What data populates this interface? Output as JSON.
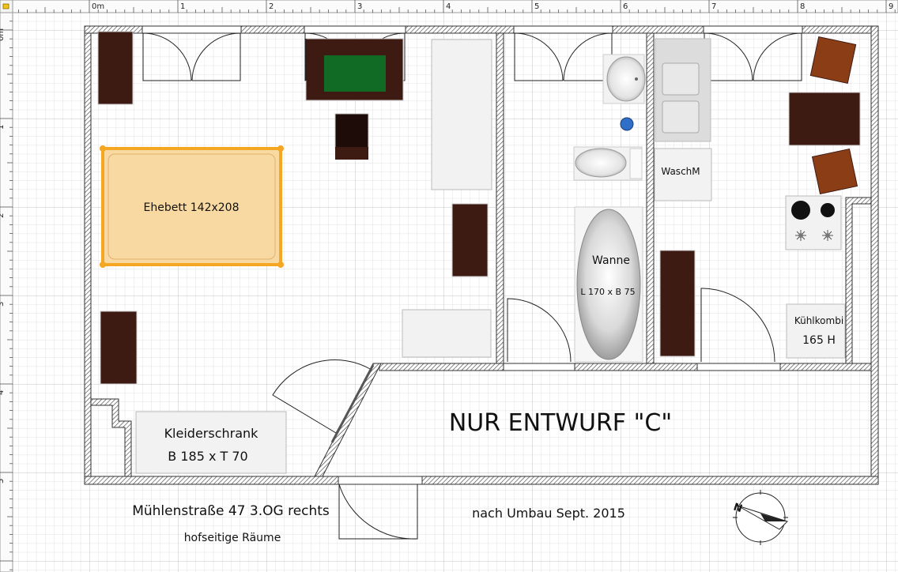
{
  "ruler": {
    "top_labels": [
      "0m",
      "1",
      "2",
      "3",
      "4",
      "5",
      "6",
      "7",
      "8",
      "9"
    ],
    "left_labels": [
      "0m",
      "1",
      "2",
      "3",
      "4",
      "5"
    ]
  },
  "furniture": {
    "bed_label": "Ehebett 142x208",
    "wardrobe_line1": "Kleiderschrank",
    "wardrobe_line2": "B 185 x T 70",
    "bathtub_line1": "Wanne",
    "bathtub_line2": "L 170 x B 75",
    "washer_label": "WaschM",
    "fridge_line1": "Kühlkombi",
    "fridge_line2": "165 H"
  },
  "annotations": {
    "draft_title": "NUR  ENTWURF \"C\"",
    "address": "Mühlenstraße 47 3.OG rechts",
    "rooms_note": "hofseitige Räume",
    "renovation_note": "nach Umbau Sept. 2015"
  },
  "compass": {
    "north_letter": "N"
  },
  "colors": {
    "grid_minor": "#e2e2e2",
    "grid_major": "#c4c4c4",
    "wall_stroke": "#333333",
    "furniture_dark": "#3d1a12",
    "chair_brown": "#8b3e16",
    "rug_green": "#116b24",
    "bed_fill": "#f8d9a2",
    "bed_selection": "#f5a623",
    "fixture_fill": "#f2f2f2",
    "knob_blue": "#2f6fc8"
  }
}
